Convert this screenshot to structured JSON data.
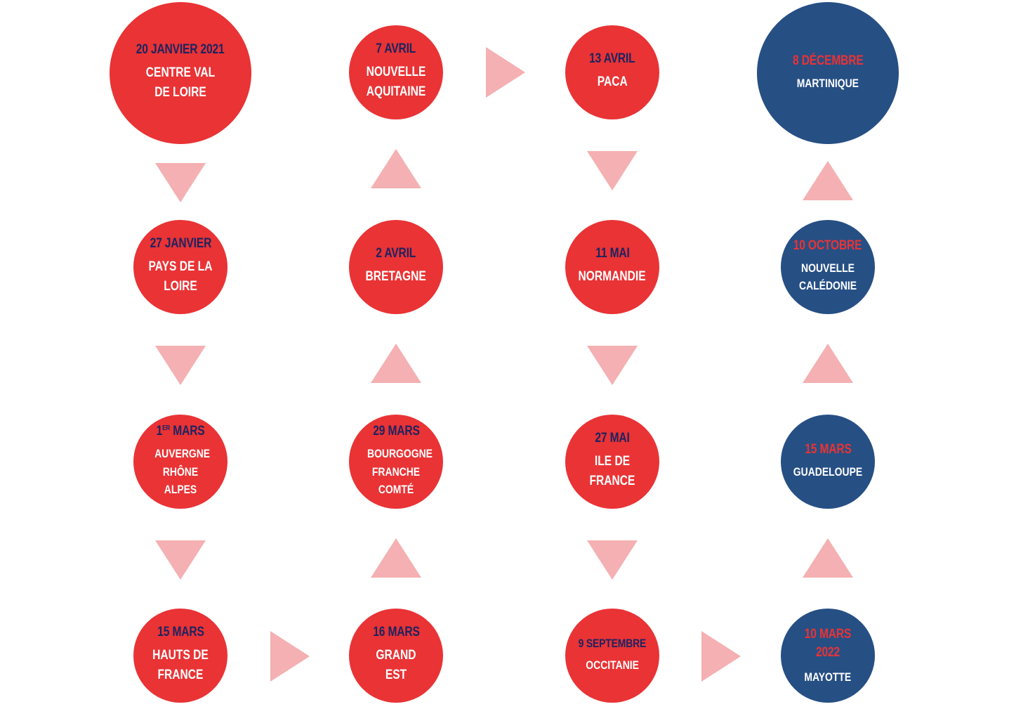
{
  "colors": {
    "region_red": "#e93335",
    "region_blue": "#264f84",
    "arrow": "#f4b0b2",
    "date_dark": "#1c2360"
  },
  "nodes": {
    "centre": {
      "date": "20 JANVIER 2021",
      "region": "CENTRE VAL DE LOIRE"
    },
    "pays_loire": {
      "date": "27 JANVIER",
      "region": "PAYS DE LA LOIRE"
    },
    "auvergne": {
      "date_num": "1",
      "date_sup": "ER",
      "date_rest": " MARS",
      "region": "AUVERGNE RHÔNE ALPES"
    },
    "hauts": {
      "date": "15 MARS",
      "region": "HAUTS DE FRANCE"
    },
    "nouvelle_aquitaine": {
      "date": "7 AVRIL",
      "region": "NOUVELLE AQUITAINE"
    },
    "bretagne": {
      "date": "2 AVRIL",
      "region": "BRETAGNE"
    },
    "bourgogne": {
      "date": "29 MARS",
      "region": "BOURGOGNE FRANCHE COMTÉ"
    },
    "grand_est": {
      "date": "16 MARS",
      "region": "GRAND EST"
    },
    "paca": {
      "date": "13 AVRIL",
      "region": "PACA"
    },
    "normandie": {
      "date": "11 MAI",
      "region": "NORMANDIE"
    },
    "ile_de_france": {
      "date": "27 MAI",
      "region": "ILE DE FRANCE"
    },
    "occitanie": {
      "date": "9 SEPTEMBRE",
      "region": "OCCITANIE"
    },
    "martinique": {
      "date": "8 DÉCEMBRE",
      "region": "MARTINIQUE"
    },
    "nouvelle_caledonie": {
      "date": "10 OCTOBRE",
      "region": "NOUVELLE CALÉDONIE"
    },
    "guadeloupe": {
      "date": "15 MARS",
      "region": "GUADELOUPE"
    },
    "mayotte": {
      "date": "10 MARS 2022",
      "region": "MAYOTTE"
    }
  }
}
